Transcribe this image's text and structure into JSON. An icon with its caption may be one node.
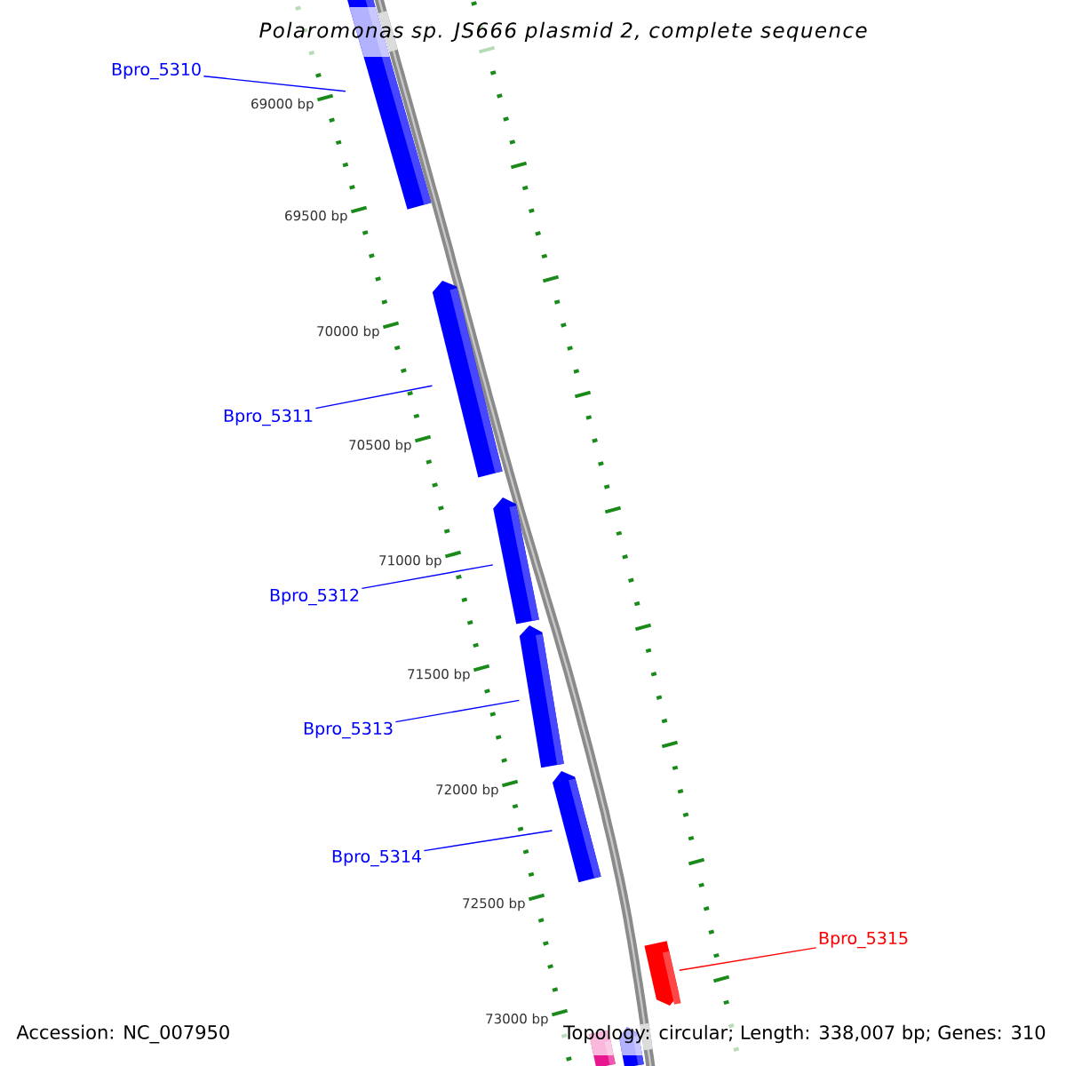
{
  "diagram": {
    "title": "Polaromonas sp. JS666 plasmid 2, complete sequence",
    "nodes": [
      {
        "text": [
          "Bpro_5310"
        ]
      },
      {
        "text": [
          "Bpro_5311"
        ]
      },
      {
        "text": [
          "Bpro_5312"
        ]
      },
      {
        "text": [
          "Bpro_5313"
        ]
      },
      {
        "text": [
          "Bpro_5314"
        ]
      },
      {
        "text": [
          "Bpro_5315"
        ]
      },
      {
        "text": [],
        "shape": "bar"
      },
      {
        "text": [],
        "shape": "bar"
      },
      {
        "text": [],
        "shape": "bar"
      },
      {
        "text": [],
        "shape": "bar"
      },
      {
        "text": [],
        "shape": "bar"
      },
      {
        "text": [],
        "shape": "bar"
      },
      {
        "text": [],
        "shape": "bar"
      },
      {
        "text": [],
        "shape": "bar"
      }
    ],
    "edges": [
      {
        "from": 0,
        "to": 6,
        "arrow": "none"
      },
      {
        "from": 1,
        "to": 7,
        "arrow": "none"
      },
      {
        "from": 2,
        "to": 8,
        "arrow": "none"
      },
      {
        "from": 3,
        "to": 9,
        "arrow": "none"
      },
      {
        "from": 4,
        "to": 10,
        "arrow": "none"
      },
      {
        "from": 5,
        "to": 11,
        "arrow": "none",
        "color": "#ff0000"
      }
    ],
    "labels": [
      "69000 bp",
      "69500 bp",
      "70000 bp",
      "70500 bp",
      "71000 bp",
      "71500 bp",
      "72000 bp",
      "72500 bp",
      "73000 bp",
      "Accession: NC_007950",
      "Topology: circular; Length: 338,007 bp; Genes: 310"
    ]
  }
}
